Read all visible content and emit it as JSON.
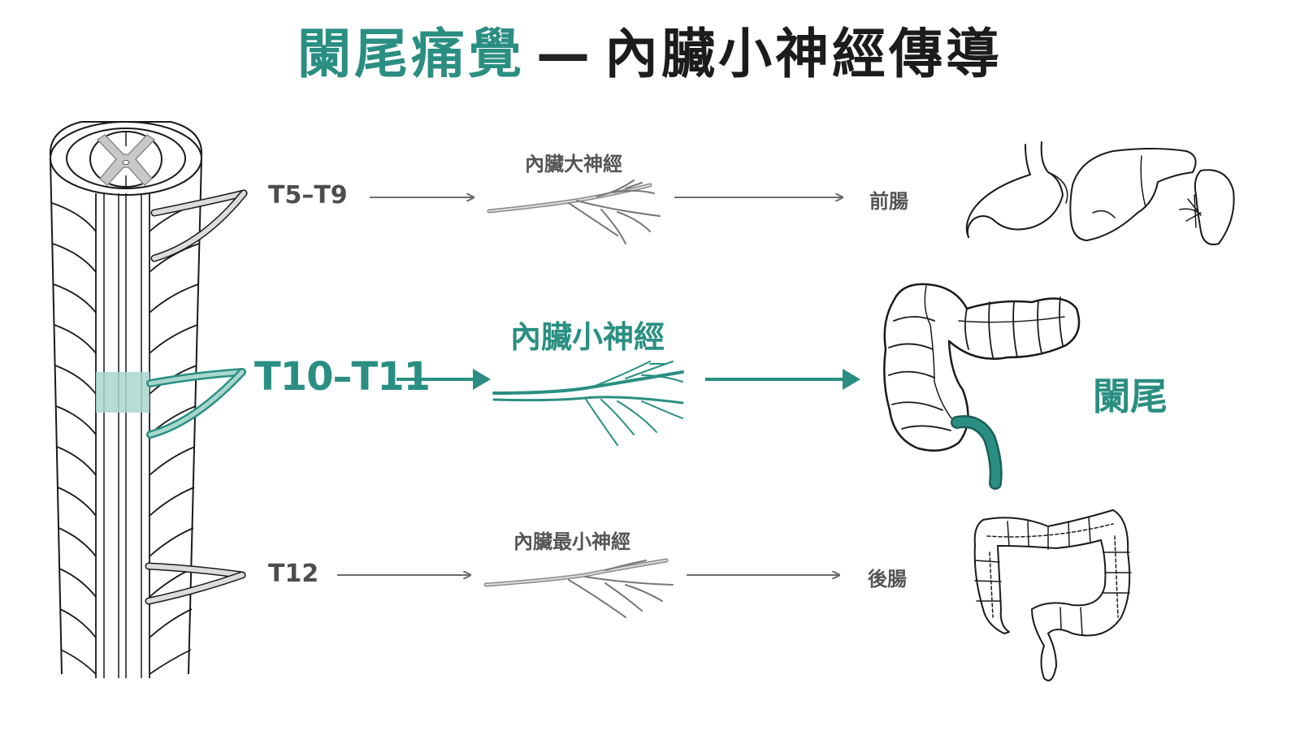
{
  "title": {
    "highlight": "闌尾痛覺",
    "dash": "—",
    "rest": "內臟小神經傳導"
  },
  "rows": [
    {
      "segment": "T5–T9",
      "nerve": "內臟大神經",
      "target": "前腸",
      "highlighted": false
    },
    {
      "segment": "T10–T11",
      "nerve": "內臟小神經",
      "target": "闌尾",
      "highlighted": true
    },
    {
      "segment": "T12",
      "nerve": "內臟最小神經",
      "target": "後腸",
      "highlighted": false
    }
  ],
  "colors": {
    "accent": "#2a8f82",
    "accent_fill": "#a9d6cf",
    "line_gray": "#6b6b6b",
    "text_dark": "#1c1c1c"
  },
  "icons": {
    "spinal_cord": "spinal-cord-illustration",
    "foregut": "stomach-liver-spleen-illustration",
    "appendix": "colon-with-appendix-illustration",
    "hindgut": "large-intestine-illustration"
  }
}
